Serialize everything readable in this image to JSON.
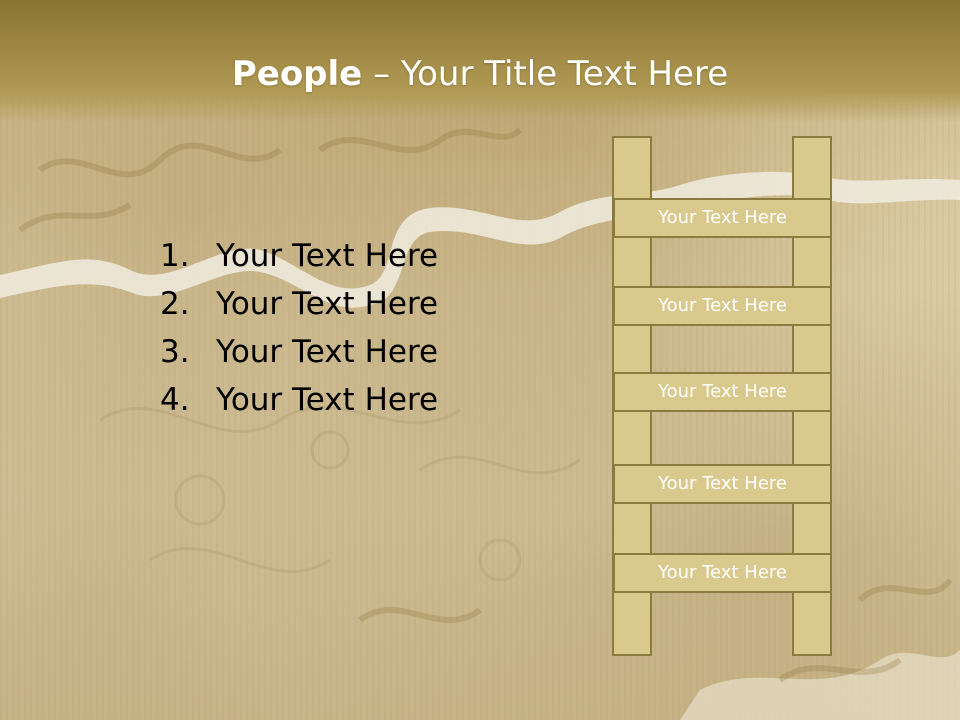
{
  "title": {
    "bold": "People",
    "separator": " – ",
    "rest": "Your Title Text Here"
  },
  "list": [
    {
      "number": "1.",
      "text": "Your Text Here"
    },
    {
      "number": "2.",
      "text": "Your Text Here"
    },
    {
      "number": "3.",
      "text": "Your Text Here"
    },
    {
      "number": "4.",
      "text": "Your Text Here"
    }
  ],
  "ladder": {
    "rungs": [
      "Your Text Here",
      "Your Text Here",
      "Your Text Here",
      "Your Text Here",
      "Your Text Here"
    ]
  },
  "colors": {
    "title_band": "#a08a45",
    "ladder_fill": "#dac98c",
    "ladder_border": "#8c7a3e"
  }
}
